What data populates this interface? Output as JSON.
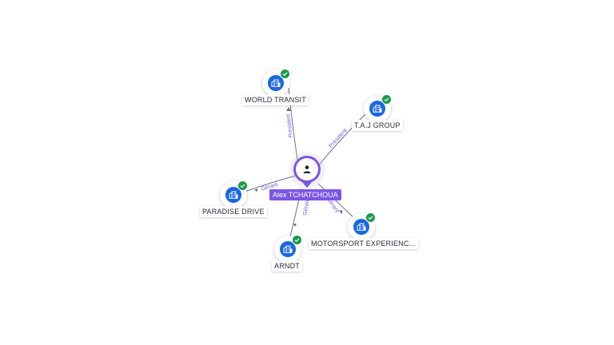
{
  "person": {
    "name": "Alex TCHATCHOUA",
    "icon": "person-icon"
  },
  "companies": [
    {
      "id": "world-transit",
      "name": "WORLD TRANSIT",
      "verified": true,
      "icon": "building-icon"
    },
    {
      "id": "taj-group",
      "name": "T.A.J GROUP",
      "verified": true,
      "icon": "building-icon"
    },
    {
      "id": "paradise-drive",
      "name": "PARADISE DRIVE",
      "verified": true,
      "icon": "building-icon"
    },
    {
      "id": "arndt",
      "name": "ARNDT",
      "verified": true,
      "icon": "building-icon"
    },
    {
      "id": "motorsport",
      "name": "MOTORSPORT EXPERIENC...",
      "verified": true,
      "icon": "building-icon"
    }
  ],
  "edges": [
    {
      "to": "world-transit",
      "label": "Président"
    },
    {
      "to": "taj-group",
      "label": "Président"
    },
    {
      "to": "paradise-drive",
      "label": "Gérant"
    },
    {
      "to": "arndt",
      "label": "Gérant"
    },
    {
      "to": "motorsport",
      "label": "Gérant"
    }
  ],
  "colors": {
    "person_accent": "#7b55e6",
    "company_fill": "#1a67e0",
    "verified_badge": "#1a9a4c",
    "edge_label": "#6b5ce7"
  }
}
